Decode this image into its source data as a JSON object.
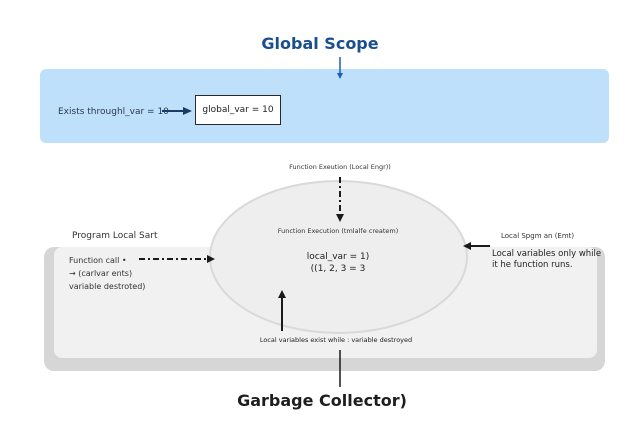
{
  "title": "Global Scope",
  "global": {
    "caption": "Exists throughl_var = 10",
    "box_value": "global_var = 10"
  },
  "local_left": {
    "title": "Program Local Sart",
    "lines": [
      "Function call •",
      "→ (carlvar  ents)",
      "variable destroted)"
    ]
  },
  "local_right": {
    "title": "Local Spgm an (Emt)",
    "description": "Local variables only while it he function runs."
  },
  "function": {
    "top_label": "Function Exeution (Local Engr))",
    "inner_label": "Function Execution (tmlalfe createm)",
    "code_line1": "local_var = 1)",
    "code_line2": "((1, 2, 3 = 3"
  },
  "bottom_caption": "Local variables exist while : variable destroyed",
  "garbage_collector": "Garbage Collector)",
  "colors": {
    "title_blue": "#1a4f8f",
    "global_panel": "#bfe0fb",
    "local_panel": "#f1f1f1",
    "arrow_dark": "#1a1a1a",
    "arrow_navy": "#1d3a66"
  }
}
